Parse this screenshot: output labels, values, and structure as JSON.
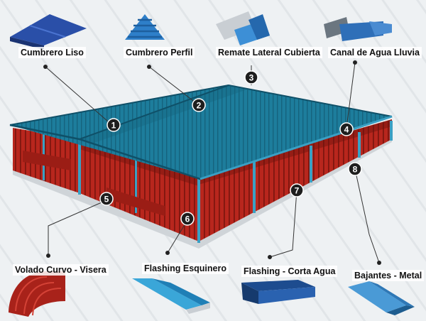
{
  "colors": {
    "roof": "#1d7d9c",
    "roof_dark": "#14617b",
    "wall": "#b8261d",
    "wall_dark": "#8e1a13",
    "base": "#d9dde0",
    "marker_bg": "#1e1e1e",
    "marker_text": "#ffffff",
    "leader": "#333333"
  },
  "callouts": [
    {
      "number": "1",
      "label": "Cumbrero Liso"
    },
    {
      "number": "2",
      "label": "Cumbrero Perfil"
    },
    {
      "number": "3",
      "label": "Remate Lateral Cubierta"
    },
    {
      "number": "4",
      "label": "Canal de Agua Lluvia"
    },
    {
      "number": "5",
      "label": "Volado Curvo - Visera"
    },
    {
      "number": "6",
      "label": "Flashing Esquinero"
    },
    {
      "number": "7",
      "label": "Flashing - Corta Agua"
    },
    {
      "number": "8",
      "label": "Bajantes - Metal"
    }
  ]
}
